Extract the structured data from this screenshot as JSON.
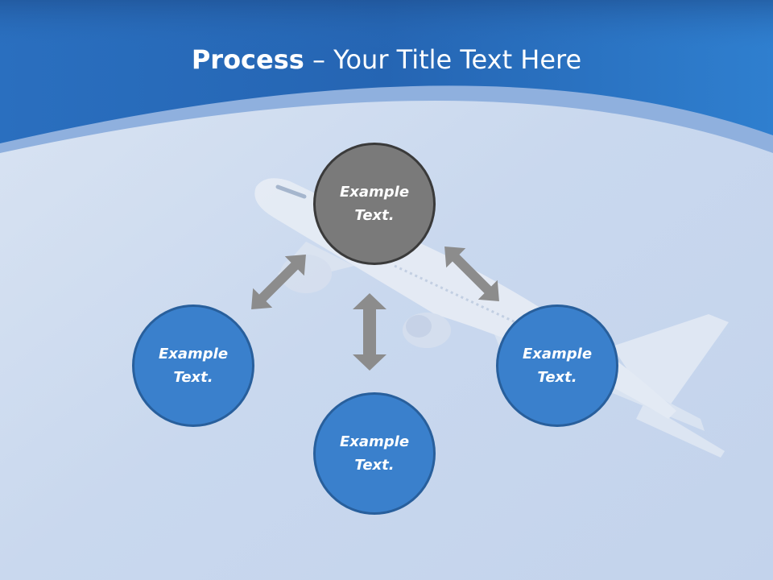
{
  "title": {
    "bold_part": "Process",
    "separator": " – ",
    "rest": "Your Title Text Here"
  },
  "nodes": {
    "top": "Example Text.",
    "left": "Example Text.",
    "bottom": "Example Text.",
    "right": "Example Text."
  },
  "colors": {
    "header_blue": "#2a72c4",
    "node_blue": "#3a80cc",
    "node_grey": "#7a7a7a",
    "arrow_grey": "#8c8c8c"
  },
  "icons": {
    "background_image": "airplane",
    "connectors": "double-headed-arrow"
  }
}
